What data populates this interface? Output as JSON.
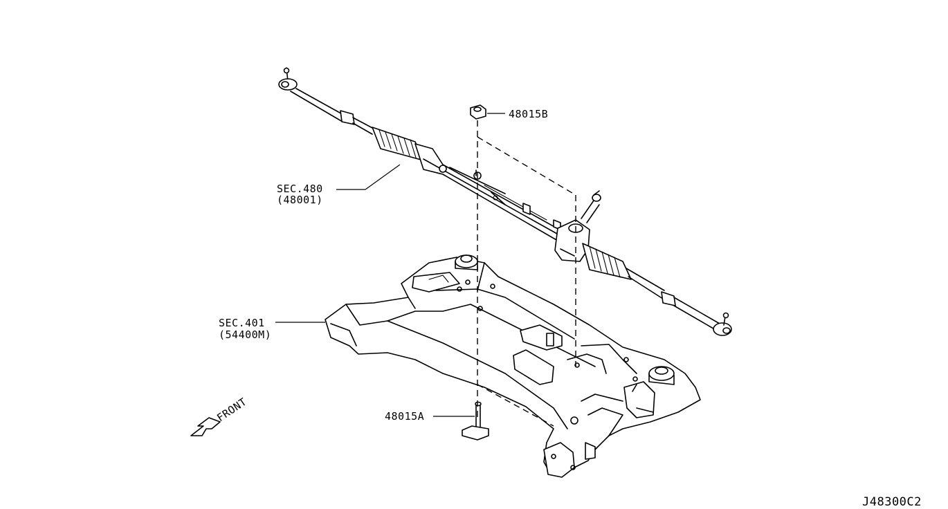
{
  "callouts": {
    "nut_part": "48015B",
    "bolt_part": "48015A",
    "rack_section": "SEC.480",
    "rack_part": "(48001)",
    "member_section": "SEC.401",
    "member_part": "(54400M)"
  },
  "direction_label": "FRONT",
  "diagram_code": "J48300C2"
}
